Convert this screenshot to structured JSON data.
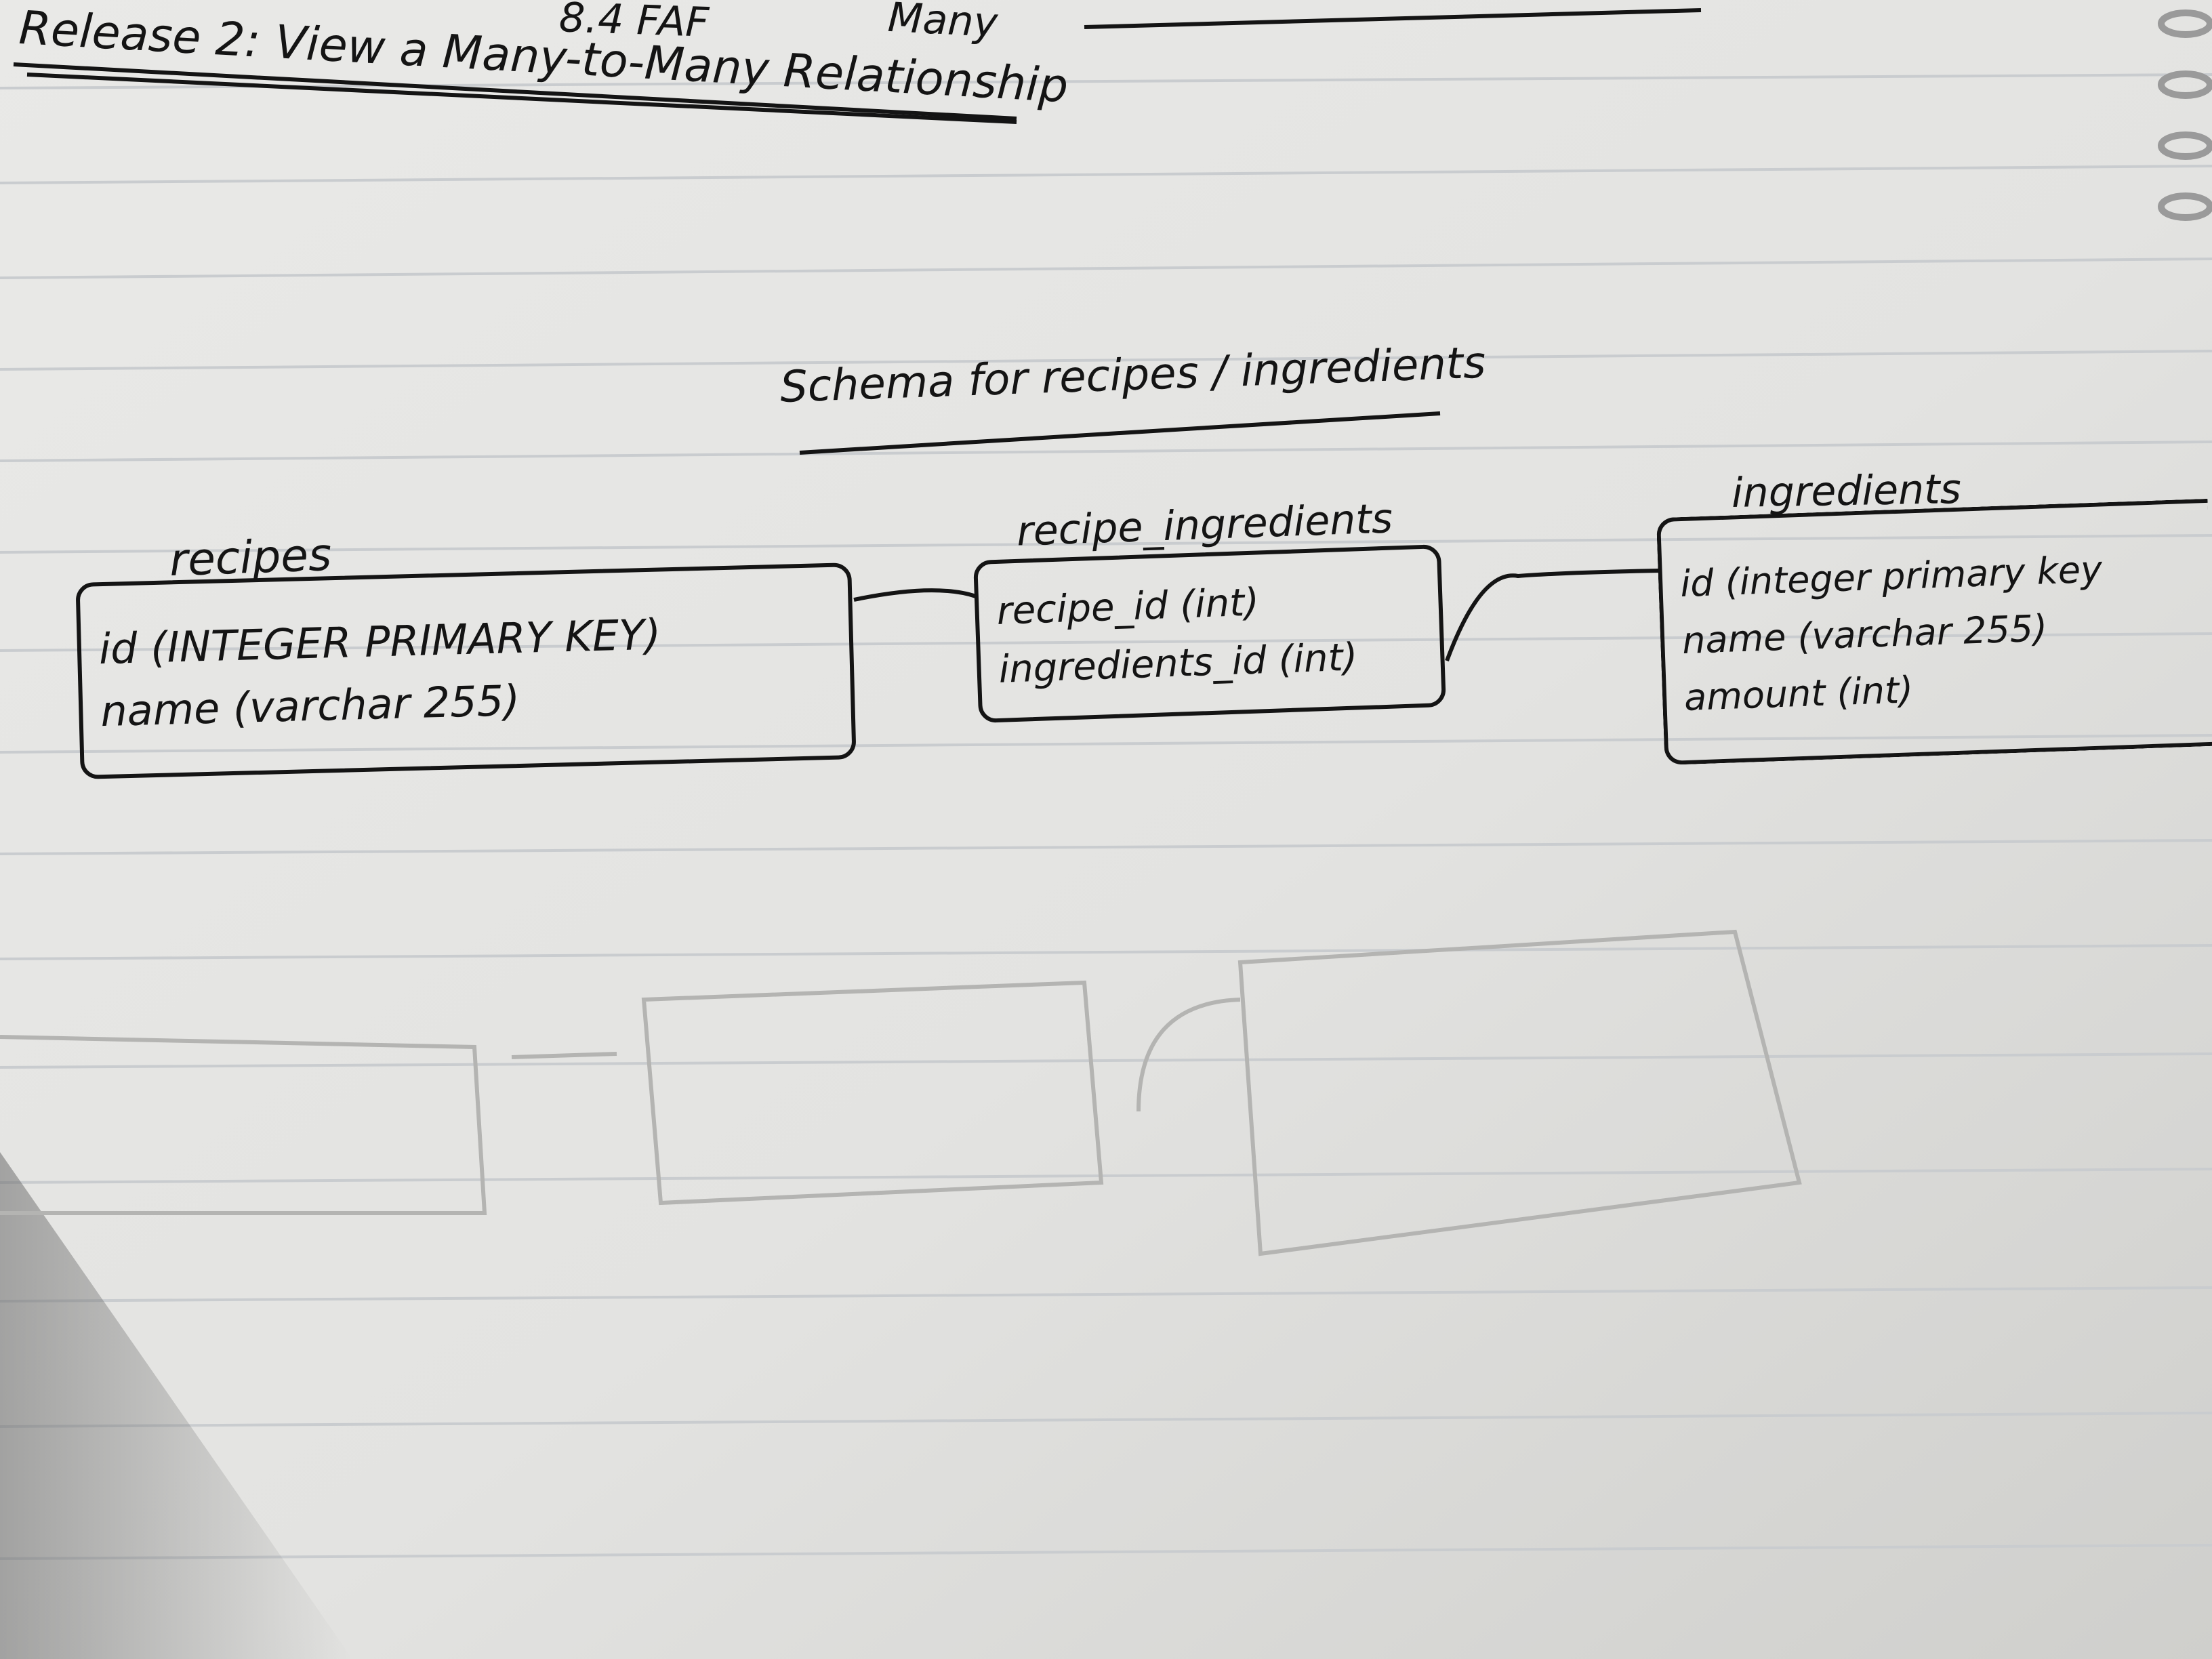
{
  "header": {
    "top_partial": "8.4 FAF",
    "top_right_partial": "Many",
    "heading": "Release 2: View a Many-to-Many Relationship"
  },
  "schema_title": "Schema for recipes / ingredients",
  "tables": [
    {
      "name": "recipes",
      "fields": [
        "id (INTEGER PRIMARY KEY)",
        "name (varchar 255)"
      ]
    },
    {
      "name": "recipe_ingredients",
      "fields": [
        "recipe_id (int)",
        "ingredients_id (int)"
      ]
    },
    {
      "name": "ingredients",
      "fields": [
        "id (integer primary key",
        "name (varchar 255)",
        "amount (int)"
      ]
    }
  ],
  "colors": {
    "paper": "#e8e8e6",
    "ink": "#141414",
    "rule_lines": "#c9cccf",
    "bleed_through": "#b4b4b2"
  }
}
